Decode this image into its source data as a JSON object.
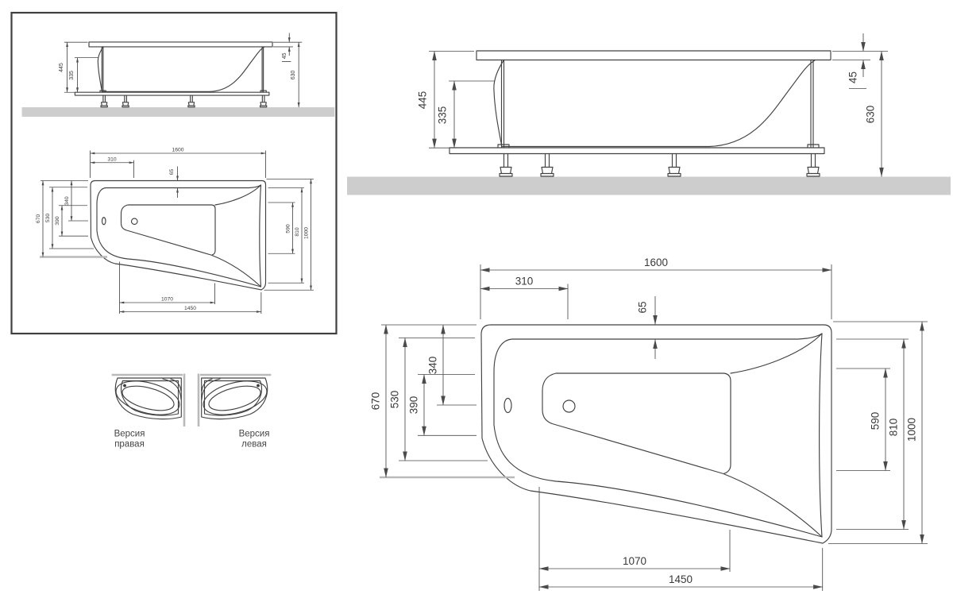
{
  "dims": {
    "elevation": {
      "side_height": "445",
      "inner_depth": "335",
      "rim_drop": "45",
      "total_height": "630"
    },
    "plan": {
      "length": "1600",
      "head_offset": "310",
      "rim_width": "65",
      "left_340": "340",
      "left_390": "390",
      "left_530": "530",
      "left_width": "670",
      "right_590": "590",
      "right_810": "810",
      "right_width": "1000",
      "bottom_1070": "1070",
      "bottom_1450": "1450"
    }
  },
  "versions": {
    "right": {
      "line1": "Версия",
      "line2": "правая"
    },
    "left": {
      "line1": "Версия",
      "line2": "левая"
    }
  },
  "colors": {
    "line": "#424242",
    "dimension": "#4a4a4a",
    "label": "#3a3a3a",
    "floor_gray": "#cdcdcd",
    "wall_gray": "#b9b9b9"
  }
}
